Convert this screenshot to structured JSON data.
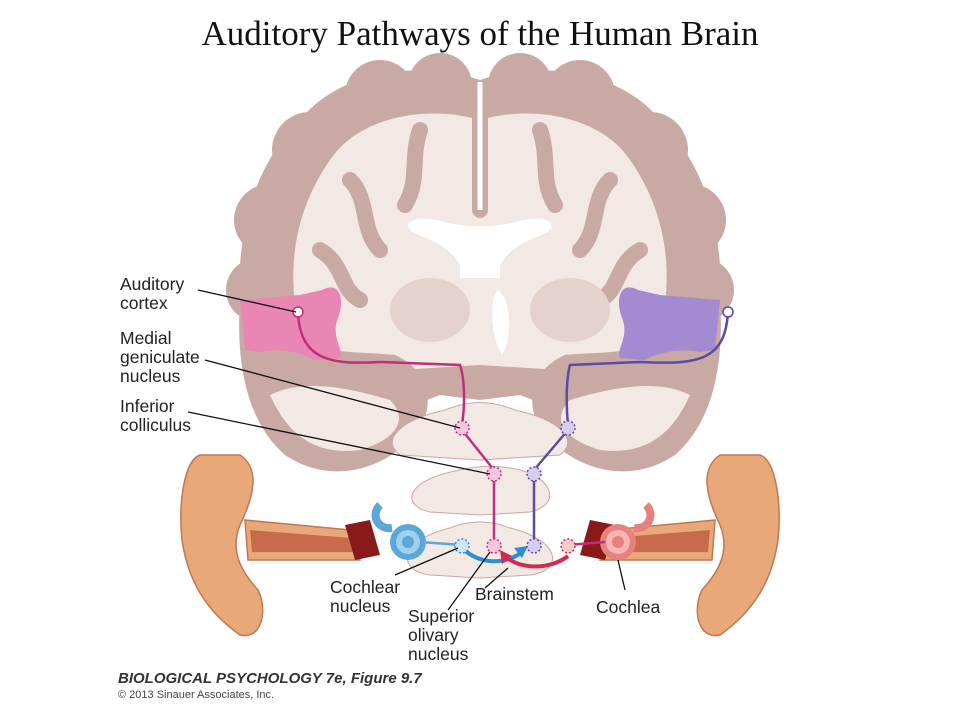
{
  "title": "Auditory Pathways of the Human Brain",
  "labels": {
    "auditory_cortex": [
      "Auditory",
      "cortex"
    ],
    "medial_geniculate": [
      "Medial",
      "geniculate",
      "nucleus"
    ],
    "inferior_colliculus": [
      "Inferior",
      "colliculus"
    ],
    "cochlear_nucleus": [
      "Cochlear",
      "nucleus"
    ],
    "superior_olivary": [
      "Superior",
      "olivary",
      "nucleus"
    ],
    "brainstem": "Brainstem",
    "cochlea": "Cochlea"
  },
  "figure_caption": "BIOLOGICAL PSYCHOLOGY 7e, Figure 9.7",
  "copyright": "© 2013 Sinauer Associates, Inc.",
  "colors": {
    "brain_gray_matter": "#c9a9a3",
    "brain_white_matter": "#f2e8e4",
    "left_pathway": "#c0307a",
    "right_pathway": "#5b4aa6",
    "left_cortex": "#e986b3",
    "right_cortex": "#a48ad0",
    "left_cochlea": "#5aa7d8",
    "right_cochlea": "#e98080",
    "ear_skin": "#e8a878"
  }
}
